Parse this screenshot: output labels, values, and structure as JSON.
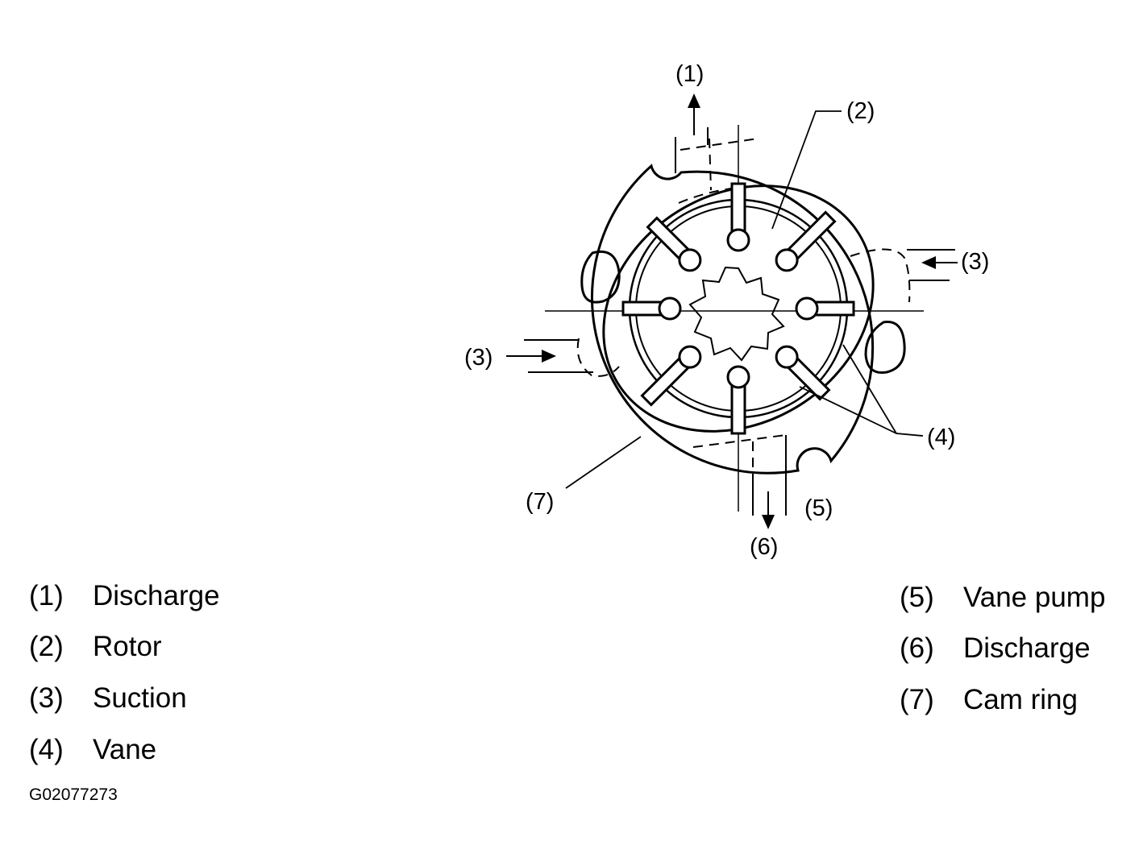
{
  "figure": {
    "callouts": {
      "c1": "(1)",
      "c2": "(2)",
      "c3_right": "(3)",
      "c3_left": "(3)",
      "c4": "(4)",
      "c5": "(5)",
      "c6": "(6)",
      "c7": "(7)"
    },
    "figure_code": "G02077273"
  },
  "legend": {
    "left": [
      {
        "num": "(1)",
        "term": "Discharge"
      },
      {
        "num": "(2)",
        "term": "Rotor"
      },
      {
        "num": "(3)",
        "term": "Suction"
      },
      {
        "num": "(4)",
        "term": "Vane"
      }
    ],
    "right": [
      {
        "num": "(5)",
        "term": "Vane pump"
      },
      {
        "num": "(6)",
        "term": "Discharge"
      },
      {
        "num": "(7)",
        "term": "Cam ring"
      }
    ]
  },
  "colors": {
    "ink": "#000000",
    "background": "#ffffff"
  }
}
